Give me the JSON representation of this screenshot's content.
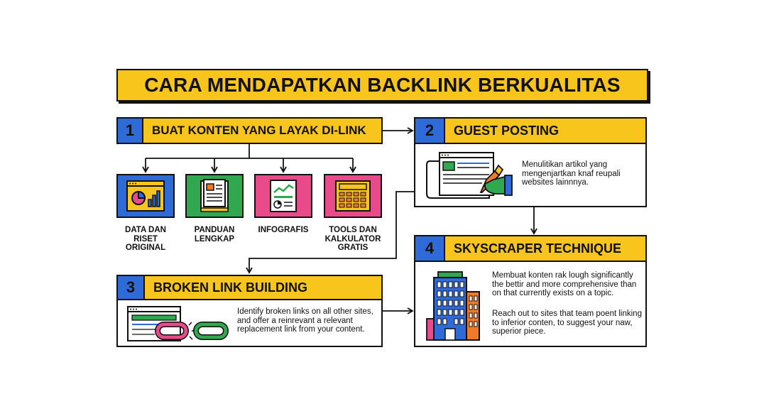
{
  "title": "CARA MENDAPATKAN BACKLINK BERKUALITAS",
  "colors": {
    "yellow": "#f8c51c",
    "blue": "#2f6ad9",
    "green": "#2fa84f",
    "pink": "#e84a8a",
    "outline": "#111111"
  },
  "step1": {
    "number": "1",
    "label": "BUAT KONTEN YANG LAYAK DI-LINK",
    "items": [
      {
        "label_lines": [
          "DATA DAN",
          "RISET",
          "ORIGINAL"
        ],
        "icon": "chart-dashboard-icon",
        "color": "#2f6ad9"
      },
      {
        "label_lines": [
          "PANDUAN",
          "LENGKAP"
        ],
        "icon": "book-guide-icon",
        "color": "#2fa84f"
      },
      {
        "label_lines": [
          "INFOGRAFIS"
        ],
        "icon": "infographic-icon",
        "color": "#e84a8a"
      },
      {
        "label_lines": [
          "TOOLS DAN",
          "KALKULATOR",
          "GRATIS"
        ],
        "icon": "calculator-icon",
        "color": "#e84a8a"
      }
    ]
  },
  "step2": {
    "number": "2",
    "label": "GUEST POSTING",
    "icon": "writing-article-icon",
    "description": "Menulitikan artikol yang mengenjartkan knaf reupali websites lainnnya."
  },
  "step3": {
    "number": "3",
    "label": "BROKEN LINK BUILDING",
    "icon": "broken-chain-link-icon",
    "description": "Identify broken links on all other sites, and offer a reinrevant a relevant replacement link from your content."
  },
  "step4": {
    "number": "4",
    "label": "SKYSCRAPER TECHNIQUE",
    "icon": "skyscraper-building-icon",
    "description_1": "Membuat konten rak lough significantly the bettir and more comprehensive than on that currently exists on a topic.",
    "description_2": "Reach out to sites that team poent linking to inferior conten, to suggest your naw, superior piece."
  }
}
